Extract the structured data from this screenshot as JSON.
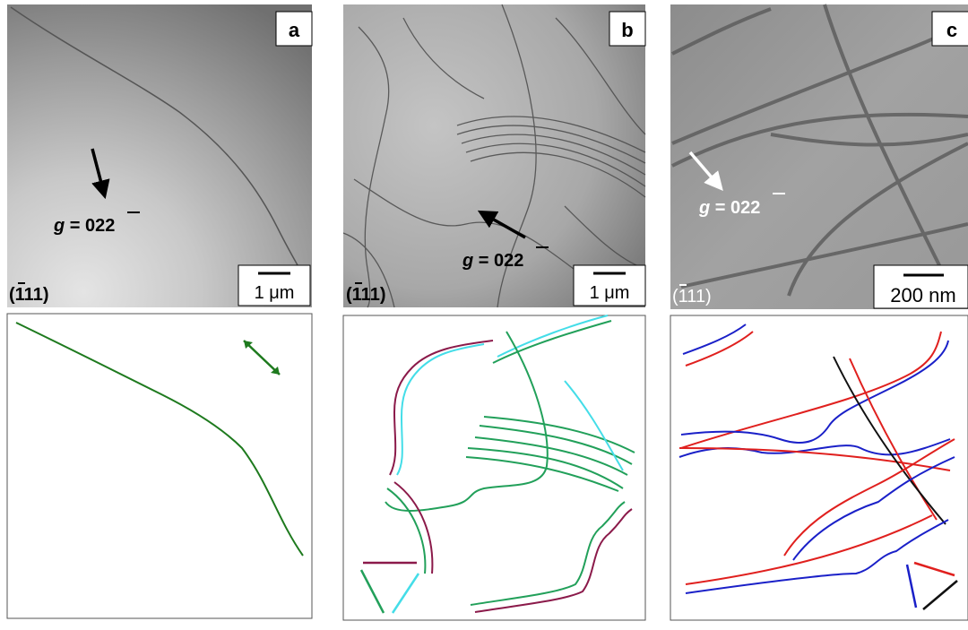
{
  "panels": [
    {
      "letter": "a",
      "g_label": "g = 022",
      "g_prefix": "g",
      "g_value": " = 022",
      "plane": "(111)",
      "scale": "1 μm"
    },
    {
      "letter": "b",
      "g_label": "g = 022",
      "g_prefix": "g",
      "g_value": " = 022",
      "plane": "(111)",
      "scale": "1 μm"
    },
    {
      "letter": "c",
      "g_label": "g = 022",
      "g_prefix": "g",
      "g_value": " = 022",
      "plane": "(111)",
      "scale": "200 nm"
    }
  ],
  "colors": {
    "green_dark": "#1e7a1e",
    "green": "#22a05a",
    "maroon": "#8b1a4a",
    "cyan": "#44dde8",
    "red": "#e0201e",
    "blue": "#1a20c8",
    "black": "#111111"
  }
}
